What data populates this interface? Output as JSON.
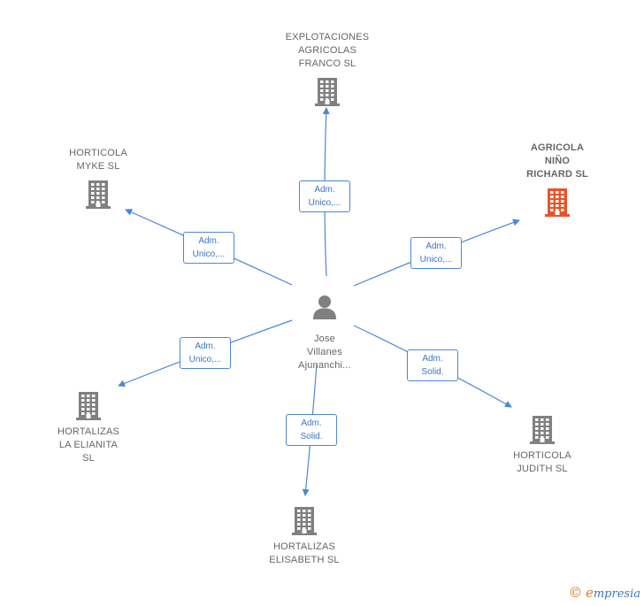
{
  "colors": {
    "edge": "#4a87d6",
    "building": "#808080",
    "building_highlight": "#e8542a",
    "person": "#808080",
    "text": "#666666"
  },
  "center": {
    "name": "Jose\nVillanes\nAjunanchi...",
    "icon": "person-icon"
  },
  "companies": [
    {
      "id": "explotaciones",
      "name": "EXPLOTACIONES\nAGRICOLAS\nFRANCO  SL",
      "icon": "building-icon",
      "highlight": false
    },
    {
      "id": "agricola",
      "name": "AGRICOLA\nNIÑO\nRICHARD  SL",
      "icon": "building-icon",
      "highlight": true
    },
    {
      "id": "myke",
      "name": "HORTICOLA\nMYKE  SL",
      "icon": "building-icon",
      "highlight": false
    },
    {
      "id": "elianita",
      "name": "HORTALIZAS\nLA ELIANITA\nSL",
      "icon": "building-icon",
      "highlight": false
    },
    {
      "id": "elisabeth",
      "name": "HORTALIZAS\nELISABETH  SL",
      "icon": "building-icon",
      "highlight": false
    },
    {
      "id": "judith",
      "name": "HORTICOLA\nJUDITH  SL",
      "icon": "building-icon",
      "highlight": false
    }
  ],
  "edges": [
    {
      "to": "explotaciones",
      "label": "Adm.\nUnico,..."
    },
    {
      "to": "agricola",
      "label": "Adm.\nUnico,..."
    },
    {
      "to": "myke",
      "label": "Adm.\nUnico,..."
    },
    {
      "to": "elianita",
      "label": "Adm.\nUnico,..."
    },
    {
      "to": "elisabeth",
      "label": "Adm.\nSolid."
    },
    {
      "to": "judith",
      "label": "Adm.\nSolid."
    }
  ],
  "footer": {
    "copyright_symbol": "©",
    "brand": "mpresia",
    "brand_initial": "e"
  }
}
